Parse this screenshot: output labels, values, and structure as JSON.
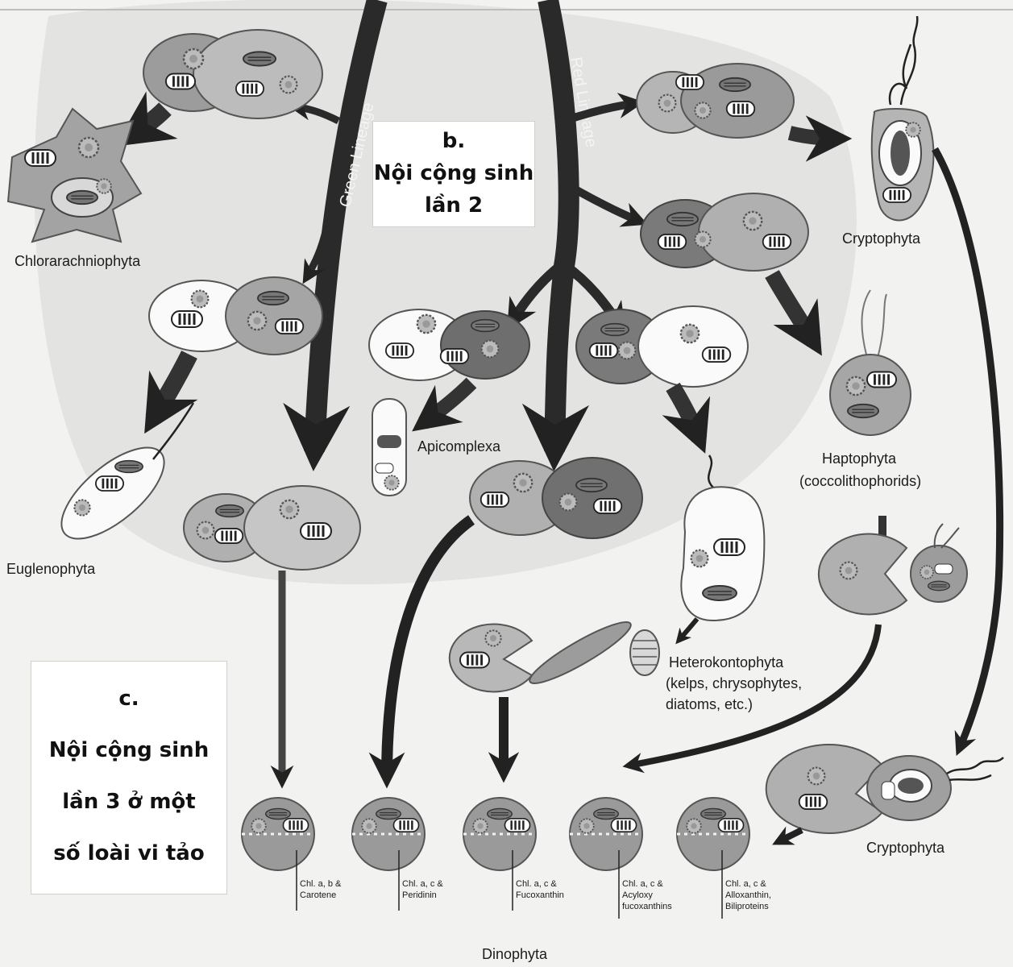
{
  "lineages": {
    "green": "Green Lineage",
    "red": "Red Lineage"
  },
  "panel_b": {
    "letter": "b.",
    "line1": "Nội cộng sinh",
    "line2": "lần 2"
  },
  "panel_c": {
    "letter": "c.",
    "line1": "Nội cộng sinh",
    "line2": "lần 3 ở một",
    "line3": "số loài vi tảo"
  },
  "taxa": {
    "chlorarachniophyta": "Chlorarachniophyta",
    "euglenophyta": "Euglenophyta",
    "apicomplexa": "Apicomplexa",
    "cryptophyta_top": "Cryptophyta",
    "haptophyta_1": "Haptophyta",
    "haptophyta_2": "(coccolithophorids)",
    "heterokontophyta_1": "Heterokontophyta",
    "heterokontophyta_2": "(kelps, chrysophytes,",
    "heterokontophyta_3": "diatoms, etc.)",
    "cryptophyta_bottom": "Cryptophyta",
    "dinophyta": "Dinophyta"
  },
  "pigments": [
    {
      "line1": "Chl. a, b &",
      "line2": "Carotene",
      "line3": ""
    },
    {
      "line1": "Chl. a, c &",
      "line2": "Peridinin",
      "line3": ""
    },
    {
      "line1": "Chl. a, c &",
      "line2": "Fucoxanthin",
      "line3": ""
    },
    {
      "line1": "Chl. a, c &",
      "line2": "Acyloxy",
      "line3": "fucoxanthins"
    },
    {
      "line1": "Chl. a, c &",
      "line2": "Alloxanthin,",
      "line3": "Biliproteins"
    }
  ]
}
